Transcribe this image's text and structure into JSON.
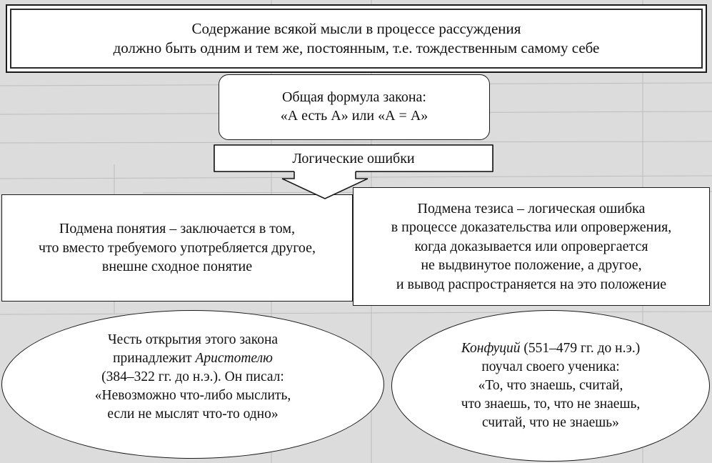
{
  "law": {
    "line1": "Содержание всякой мысли в процессе рассуждения",
    "line2": "должно быть одним и тем же, постоянным, т.е. тождественным самому себе"
  },
  "formula": {
    "line1": "Общая формула закона:",
    "line2": "«А есть А» или «А = А»"
  },
  "errors_label": "Логические ошибки",
  "concept_substitution": {
    "line1": "Подмена понятия – заключается в том,",
    "line2": "что вместо требуемого употребляется другое,",
    "line3": "внешне сходное понятие"
  },
  "thesis_substitution": {
    "line1": "Подмена тезиса – логическая ошибка",
    "line2": "в процессе доказательства или опровержения,",
    "line3": "когда доказывается или опровергается",
    "line4": "не выдвинутое положение, а другое,",
    "line5": "и вывод распространяется на это положение"
  },
  "aristotle": {
    "line1": "Честь открытия этого закона",
    "line2_prefix": "принадлежит ",
    "line2_name": "Аристотелю",
    "line3": "(384–322 гг. до н.э.). Он писал:",
    "line4": "«Невозможно что-либо мыслить,",
    "line5": "если не мыслят что-то одно»"
  },
  "confucius": {
    "line1_name": "Конфуций",
    "line1_suffix": " (551–479 гг. до н.э.)",
    "line2": "поучал своего ученика:",
    "line3": "«То, что знаешь, считай,",
    "line4": "что знаешь, то, что не знаешь,",
    "line5": "считай, что не знаешь»"
  }
}
